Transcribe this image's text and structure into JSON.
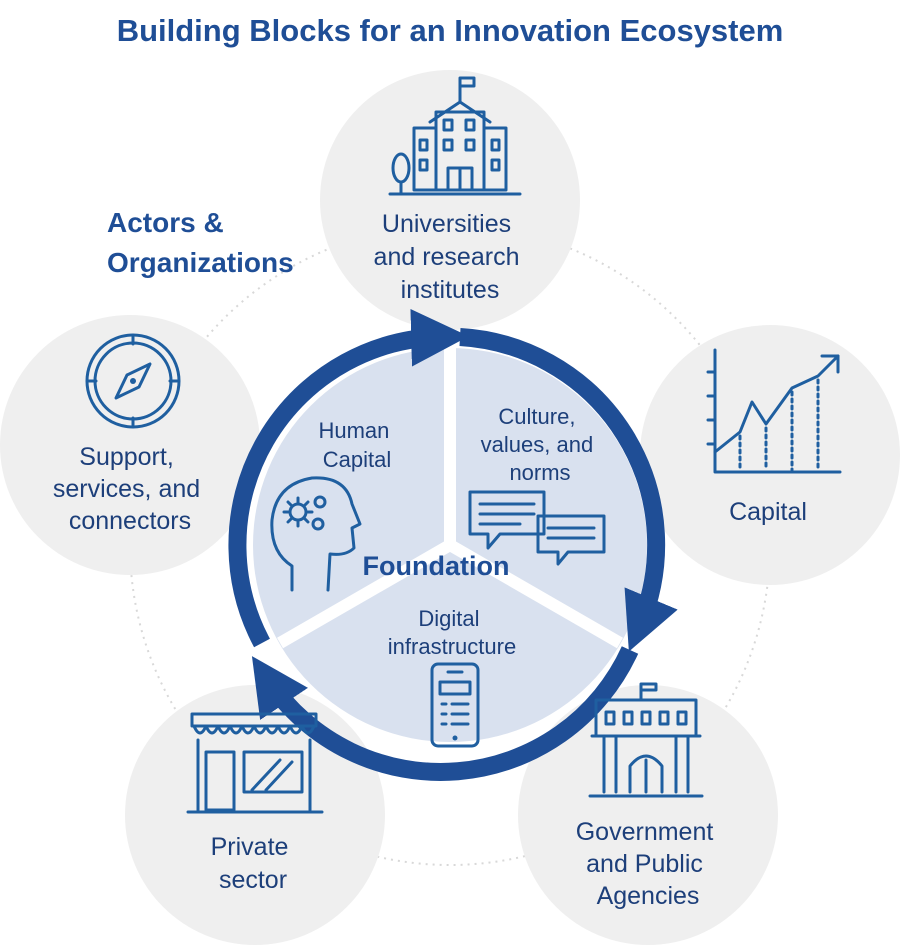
{
  "title": "Building Blocks for an Innovation Ecosystem",
  "actors_heading": [
    "Actors &",
    "Organizations"
  ],
  "actors": [
    {
      "id": "universities",
      "lines": [
        "Universities",
        "and research",
        "institutes"
      ],
      "icon": "university-building-icon"
    },
    {
      "id": "capital",
      "lines": [
        "Capital"
      ],
      "icon": "growth-chart-icon"
    },
    {
      "id": "government",
      "lines": [
        "Government",
        "and Public",
        "Agencies"
      ],
      "icon": "government-building-icon"
    },
    {
      "id": "private",
      "lines": [
        "Private",
        "sector"
      ],
      "icon": "storefront-icon"
    },
    {
      "id": "support",
      "lines": [
        "Support,",
        "services, and",
        "connectors"
      ],
      "icon": "compass-icon"
    }
  ],
  "foundation": {
    "label": "Foundation",
    "segments": [
      {
        "id": "human-capital",
        "lines": [
          "Human",
          "Capital"
        ],
        "icon": "head-gears-icon"
      },
      {
        "id": "culture",
        "lines": [
          "Culture,",
          "values, and",
          "norms"
        ],
        "icon": "speech-bubbles-icon"
      },
      {
        "id": "digital",
        "lines": [
          "Digital",
          "infrastructure"
        ],
        "icon": "smartphone-icon"
      }
    ]
  },
  "colors": {
    "title": "#1f4e96",
    "ring": "#1f4e96",
    "foundation_fill": "#d9e1ef",
    "node_fill": "#efefef",
    "icon": "#1f5fa0"
  }
}
